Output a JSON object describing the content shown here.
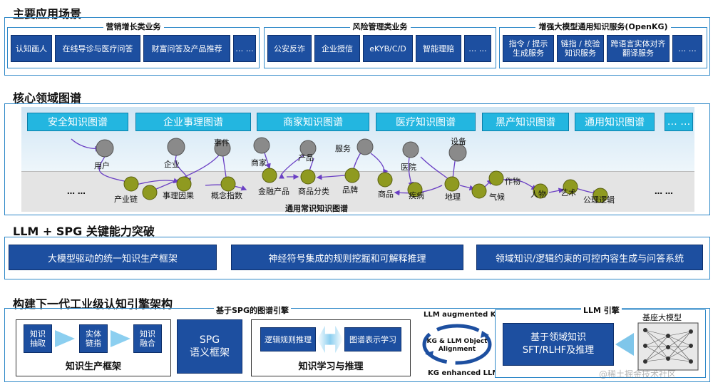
{
  "sections": {
    "scenarios": "主要应用场景",
    "core_graphs": "核心领域图谱",
    "llm_spg": "LLM + SPG 关键能力突破",
    "framework": "构建下一代工业级认知引擎架构"
  },
  "scenario_groups": [
    {
      "title": "营销增长类业务",
      "items": [
        "认知画人",
        "在线导诊与医疗问答",
        "财富问答及产品推荐",
        "… …"
      ]
    },
    {
      "title": "风险管理类业务",
      "items": [
        "公安反诈",
        "企业授信",
        "eKYB/C/D",
        "智能理赔",
        "… …"
      ]
    },
    {
      "title": "增强大模型通用知识服务(OpenKG)",
      "items": [
        "指令 / 提示\n生成服务",
        "链指 / 校验\n知识服务",
        "跨语言实体对齐\n翻译服务",
        "… …"
      ]
    }
  ],
  "domain_graphs": [
    "安全知识图谱",
    "企业事理图谱",
    "商家知识图谱",
    "医疗知识图谱",
    "黑产知识图谱",
    "通用知识图谱",
    "… …"
  ],
  "upper_nodes": [
    "用户",
    "企业",
    "事件",
    "商家",
    "产品",
    "服务",
    "医院",
    "设备"
  ],
  "lower_nodes": [
    "产业链",
    "事理因果",
    "概念指数",
    "金融产品",
    "商品分类",
    "品牌",
    "商品",
    "疾病",
    "地理",
    "气候",
    "作物",
    "人物",
    "艺术",
    "公理逻辑"
  ],
  "base_graph": {
    "title": "通用常识知识图谱",
    "left_ellipsis": "… …",
    "right_ellipsis": "… …"
  },
  "capabilities": [
    "大模型驱动的统一知识生产框架",
    "神经符号集成的规则挖掘和可解释推理",
    "领域知识/逻辑约束的可控内容生成与问答系统"
  ],
  "framework": {
    "production": {
      "steps": [
        "知识\n抽取",
        "实体\n链指",
        "知识\n融合"
      ],
      "label": "知识生产框架"
    },
    "spg_engine_title": "基于SPG的图谱引擎",
    "spg_semantic": "SPG\n语义框架",
    "learning": {
      "left": "逻辑规则推理",
      "right": "图谱表示学习",
      "label": "知识学习与推理"
    },
    "kg_llm": {
      "top": "LLM augmented KG",
      "center": "KG & LLM Object\nAlignment",
      "bottom": "KG enhanced LLM"
    },
    "llm_engine_title": "LLM 引擎",
    "llm_box": "基于领域知识\nSFT/RLHF及推理",
    "base_model": "基座大模型"
  },
  "watermark": "@稀土掘金技术社区"
}
